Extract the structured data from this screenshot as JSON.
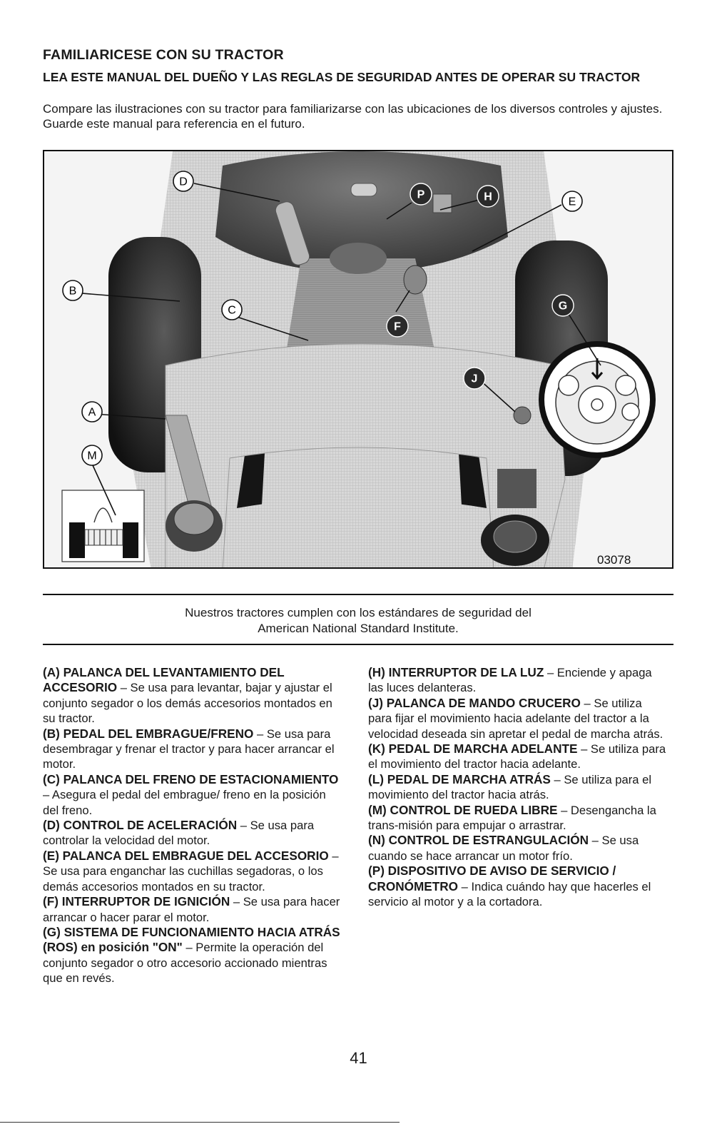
{
  "heading": "FAMILIARICESE CON SU TRACTOR",
  "subheading": "LEA ESTE MANUAL DEL DUEÑO Y LAS REGLAS DE SEGURIDAD ANTES DE OPERAR SU TRACTOR",
  "intro": "Compare las ilustraciones con su tractor para familiarizarse con las ubicaciones de los diversos controles y ajustes. Guarde este manual para referencia en el futuro.",
  "figure": {
    "code": "03078",
    "labels": {
      "A": "A",
      "B": "B",
      "C": "C",
      "D": "D",
      "E": "E",
      "F": "F",
      "G": "G",
      "H": "H",
      "J": "J",
      "M": "M",
      "P": "P"
    }
  },
  "standard_note": {
    "line1": "Nuestros tractores cumplen con los estándares de seguridad del",
    "line2": "American National Standard Institute."
  },
  "left_items": [
    {
      "title": "(A) PALANCA DEL LEVANTAMIENTO DEL ACCESORIO",
      "desc": " – Se usa para levantar, bajar y ajustar el conjunto segador o los demás accesorios montados en su tractor."
    },
    {
      "title": "(B) PEDAL DEL EMBRAGUE/FRENO",
      "desc": " – Se usa para desembragar y frenar el tractor y para hacer arrancar el motor."
    },
    {
      "title": "(C) PALANCA DEL FRENO DE ESTACIONAMIENTO",
      "desc": " – Asegura el pedal del embrague/ freno en la posición del freno."
    },
    {
      "title": "(D) CONTROL DE ACELERACIÓN",
      "desc": " – Se usa para controlar la velocidad del motor."
    },
    {
      "title": "(E) PALANCA DEL EMBRAGUE DEL ACCESORIO",
      "desc": " – Se usa para enganchar las cuchillas segadoras, o los demás accesorios montados en su tractor."
    },
    {
      "title": "(F) INTERRUPTOR DE IGNICIÓN",
      "desc": " – Se usa para hacer arrancar o hacer parar el motor."
    },
    {
      "title": "(G) SISTEMA DE FUNCIONAMIENTO HACIA ATRÁS (ROS) en posición \"ON\"",
      "desc": " – Permite la operación del conjunto segador o otro accesorio accionado mientras que en revés."
    }
  ],
  "right_items": [
    {
      "title": "(H) INTERRUPTOR DE LA LUZ",
      "desc": " – Enciende y apaga las luces delanteras."
    },
    {
      "title": "(J) PALANCA DE MANDO CRUCERO",
      "desc": " – Se utiliza para fijar el movimiento hacia adelante del tractor a la velocidad deseada sin apretar el pedal de marcha atrás."
    },
    {
      "title": "(K) PEDAL DE MARCHA ADELANTE",
      "desc": " – Se utiliza para el movimiento del tractor hacia adelante."
    },
    {
      "title": "(L) PEDAL DE MARCHA ATRÁS",
      "desc": " – Se utiliza para el movimiento del tractor hacia atrás."
    },
    {
      "title": "(M) CONTROL DE RUEDA LIBRE",
      "desc": " – Desengancha la trans-misión para empujar o arrastrar."
    },
    {
      "title": "(N) CONTROL DE ESTRANGULACIÓN",
      "desc": " – Se usa cuando se hace arrancar un motor frío."
    },
    {
      "title": "(P) DISPOSITIVO DE AVISO DE SERVICIO / CRONÓMETRO",
      "desc": " – Indica cuándo hay que hacerles el servicio al motor y a la cortadora."
    }
  ],
  "page_number": "41"
}
